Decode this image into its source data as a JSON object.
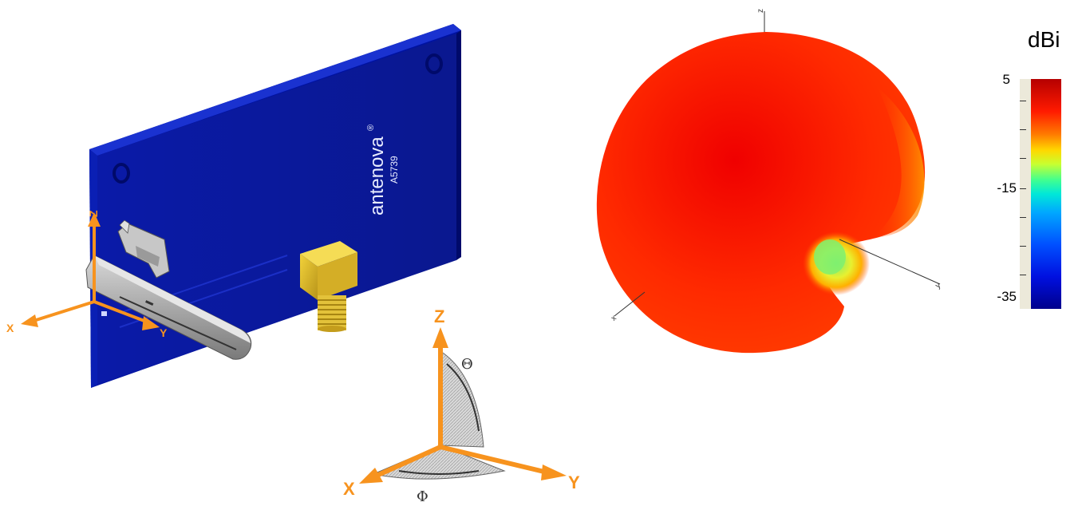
{
  "board": {
    "brand": "antenova",
    "brand_mark": "®",
    "part_number": "A5739",
    "color": "#0a1aa0"
  },
  "antenna_axes": {
    "z": "Z",
    "x": "X",
    "y": "Y"
  },
  "coordinate_system": {
    "z": "Z",
    "x": "X",
    "y": "Y",
    "theta": "Θ",
    "phi": "Φ",
    "axis_color": "#f7931e"
  },
  "radiation_pattern": {
    "colors": [
      "#ff1a00",
      "#ffd800",
      "#7fff70"
    ]
  },
  "colorbar": {
    "title": "dBi",
    "ticks": [
      "5",
      "-15",
      "-35"
    ],
    "colors": [
      "#b50000",
      "#ff1a00",
      "#ff7a00",
      "#ffd800",
      "#40ff90",
      "#00a8ff",
      "#0010e0",
      "#00008c"
    ]
  }
}
